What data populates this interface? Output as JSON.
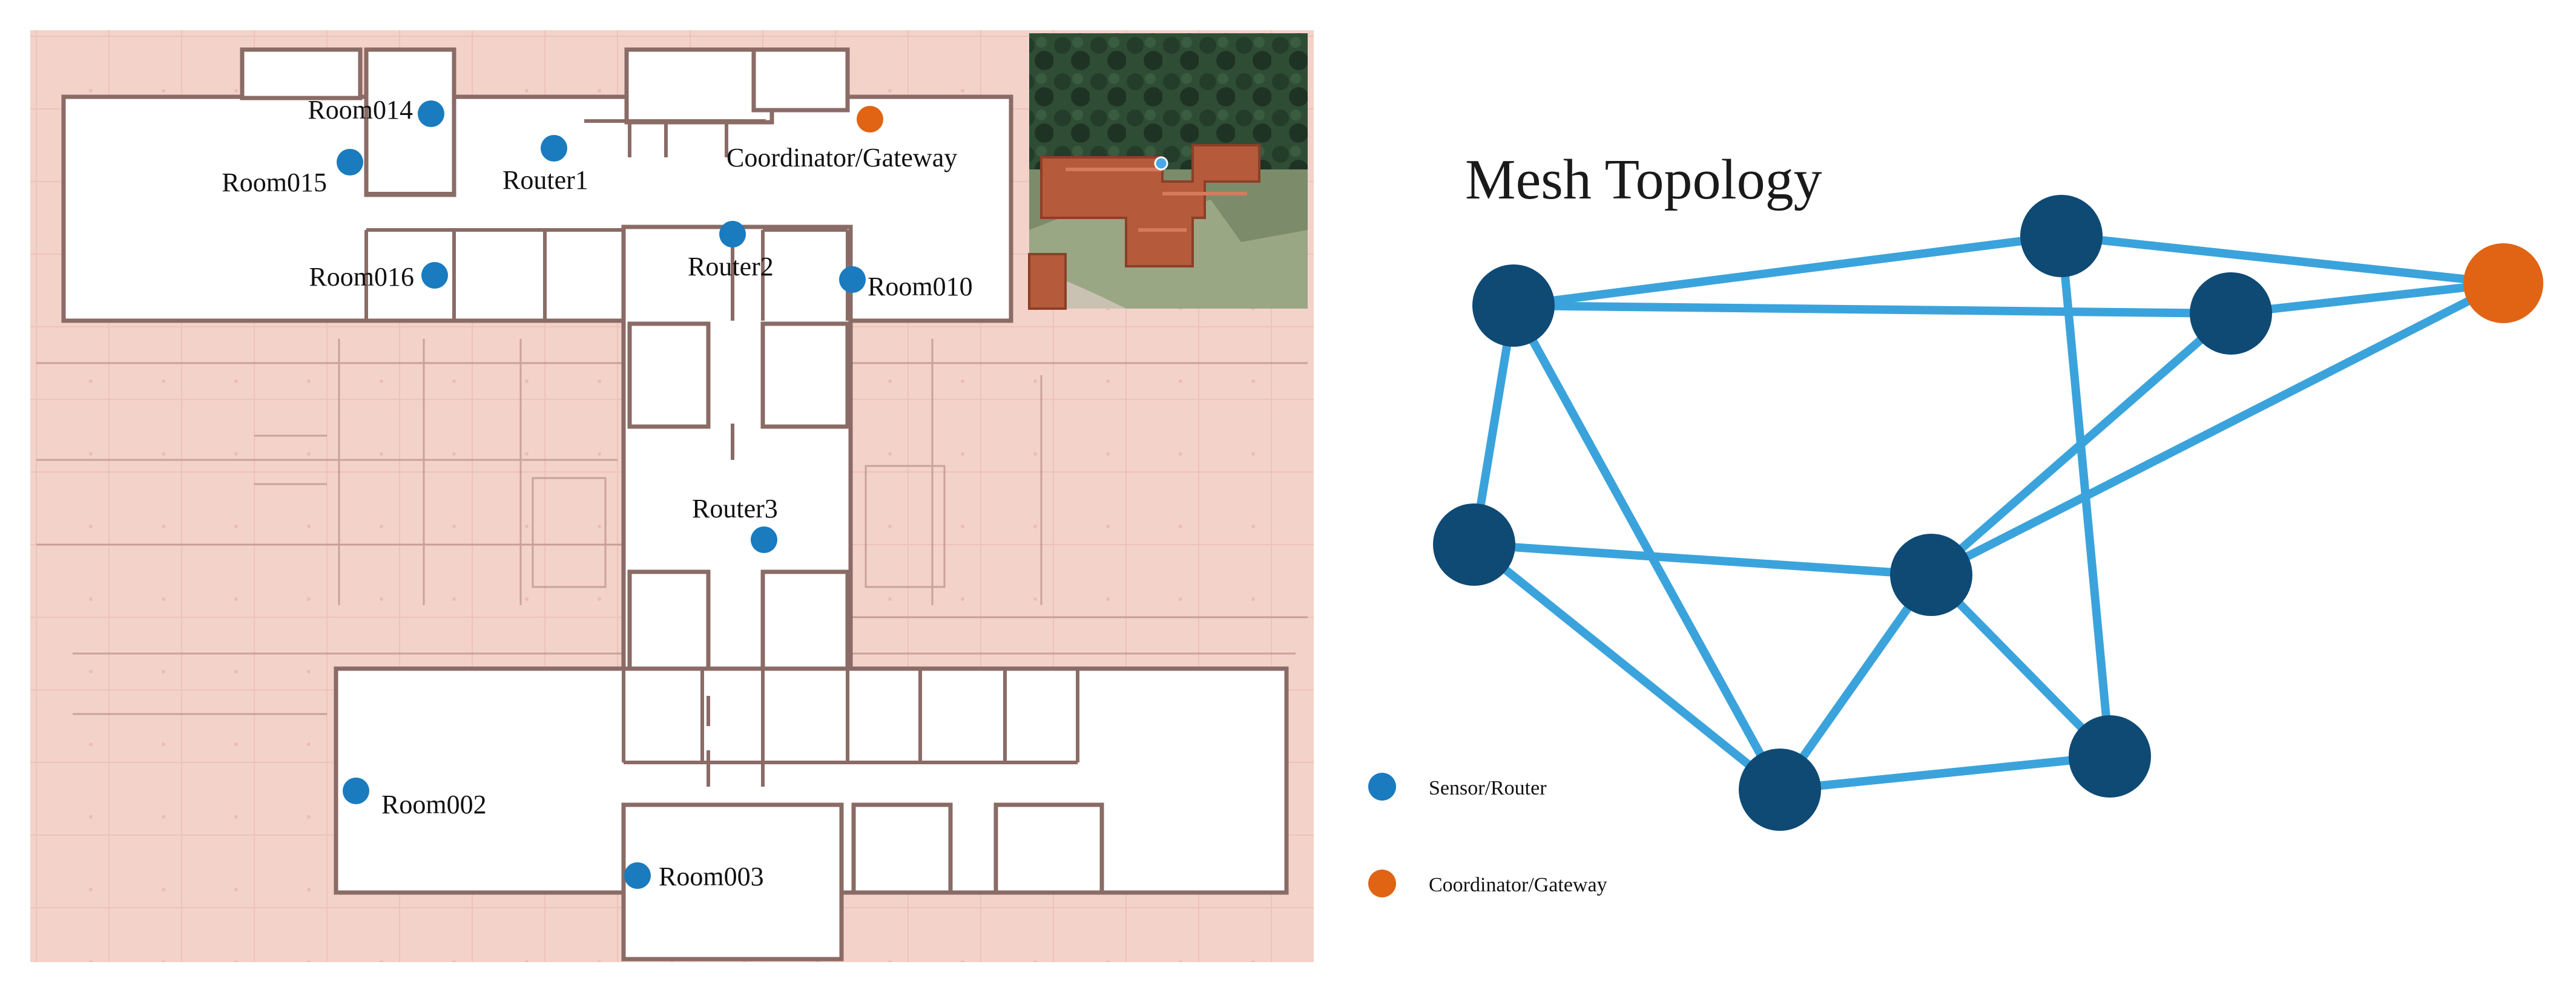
{
  "floorplan": {
    "nodes": [
      {
        "id": "room014",
        "label": "Room014",
        "kind": "sensor"
      },
      {
        "id": "room015",
        "label": "Room015",
        "kind": "sensor"
      },
      {
        "id": "router1",
        "label": "Router1",
        "kind": "sensor"
      },
      {
        "id": "gateway",
        "label": "Coordinator/Gateway",
        "kind": "gateway"
      },
      {
        "id": "room016",
        "label": "Room016",
        "kind": "sensor"
      },
      {
        "id": "router2",
        "label": "Router2",
        "kind": "sensor"
      },
      {
        "id": "room010",
        "label": "Room010",
        "kind": "sensor"
      },
      {
        "id": "router3",
        "label": "Router3",
        "kind": "sensor"
      },
      {
        "id": "room002",
        "label": "Room002",
        "kind": "sensor"
      },
      {
        "id": "room003",
        "label": "Room003",
        "kind": "sensor"
      }
    ]
  },
  "topology": {
    "title": "Mesh Topology",
    "nodes": [
      {
        "id": "n1",
        "kind": "sensor"
      },
      {
        "id": "n2",
        "kind": "sensor"
      },
      {
        "id": "n3",
        "kind": "sensor"
      },
      {
        "id": "n4",
        "kind": "sensor"
      },
      {
        "id": "n5",
        "kind": "sensor"
      },
      {
        "id": "n6",
        "kind": "sensor"
      },
      {
        "id": "n7",
        "kind": "sensor"
      },
      {
        "id": "n8",
        "kind": "sensor"
      },
      {
        "id": "gw",
        "kind": "gateway"
      }
    ],
    "edges": [
      [
        "n1",
        "n2"
      ],
      [
        "n1",
        "n3"
      ],
      [
        "n1",
        "n4"
      ],
      [
        "n1",
        "n7"
      ],
      [
        "n2",
        "gw"
      ],
      [
        "n2",
        "n8"
      ],
      [
        "n3",
        "gw"
      ],
      [
        "n3",
        "n5"
      ],
      [
        "n4",
        "n5"
      ],
      [
        "n4",
        "n7"
      ],
      [
        "n5",
        "gw"
      ],
      [
        "n5",
        "n7"
      ],
      [
        "n5",
        "n8"
      ],
      [
        "n7",
        "n8"
      ]
    ]
  },
  "legend": {
    "items": [
      {
        "label": "Sensor/Router",
        "kind": "sensor"
      },
      {
        "label": "Coordinator/Gateway",
        "kind": "gateway"
      }
    ]
  },
  "colors": {
    "sensor_dot": "#1a7bbf",
    "gateway_dot": "#e06414",
    "topology_node": "#0e4a74",
    "topology_edge": "#3ba3dc",
    "plan_background": "#f3d2ca",
    "plan_room": "#ffffff",
    "plan_wall": "#8a6b66"
  }
}
